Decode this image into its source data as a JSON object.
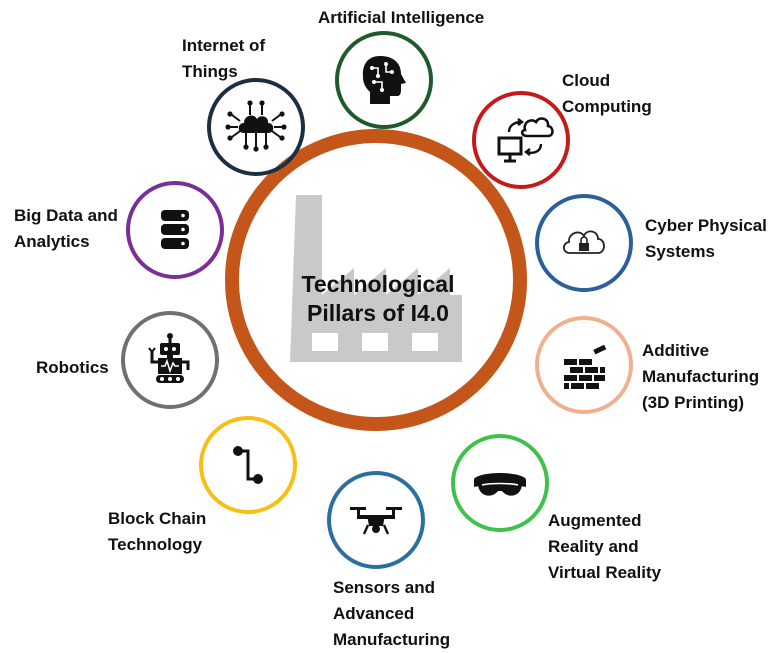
{
  "center": {
    "title": "Technological\nPillars of I4.0",
    "ring_color": "#c5561a",
    "factory_color": "#c9c9c9"
  },
  "pillars": [
    {
      "label": "Artificial Intelligence",
      "icon": "ai-head-icon",
      "color": "#1e5a2e"
    },
    {
      "label": "Cloud\nComputing",
      "icon": "cloud-computing-icon",
      "color": "#c41a1a"
    },
    {
      "label": "Cyber Physical\nSystems",
      "icon": "cloud-lock-icon",
      "color": "#2a5f9c"
    },
    {
      "label": "Additive\nManufacturing\n(3D Printing)",
      "icon": "3d-printing-icon",
      "color": "#f0b090"
    },
    {
      "label": "Augmented\nReality and\nVirtual Reality",
      "icon": "vr-headset-icon",
      "color": "#3fc24b"
    },
    {
      "label": "Sensors and\nAdvanced\nManufacturing",
      "icon": "drone-icon",
      "color": "#2a6f9e"
    },
    {
      "label": "Block Chain\nTechnology",
      "icon": "blockchain-icon",
      "color": "#f5bf18"
    },
    {
      "label": "Robotics",
      "icon": "robot-icon",
      "color": "#707070"
    },
    {
      "label": "Big Data and\nAnalytics",
      "icon": "database-icon",
      "color": "#7a2e96"
    },
    {
      "label": "Internet of\nThings",
      "icon": "iot-cloud-icon",
      "color": "#1b2f40"
    }
  ]
}
